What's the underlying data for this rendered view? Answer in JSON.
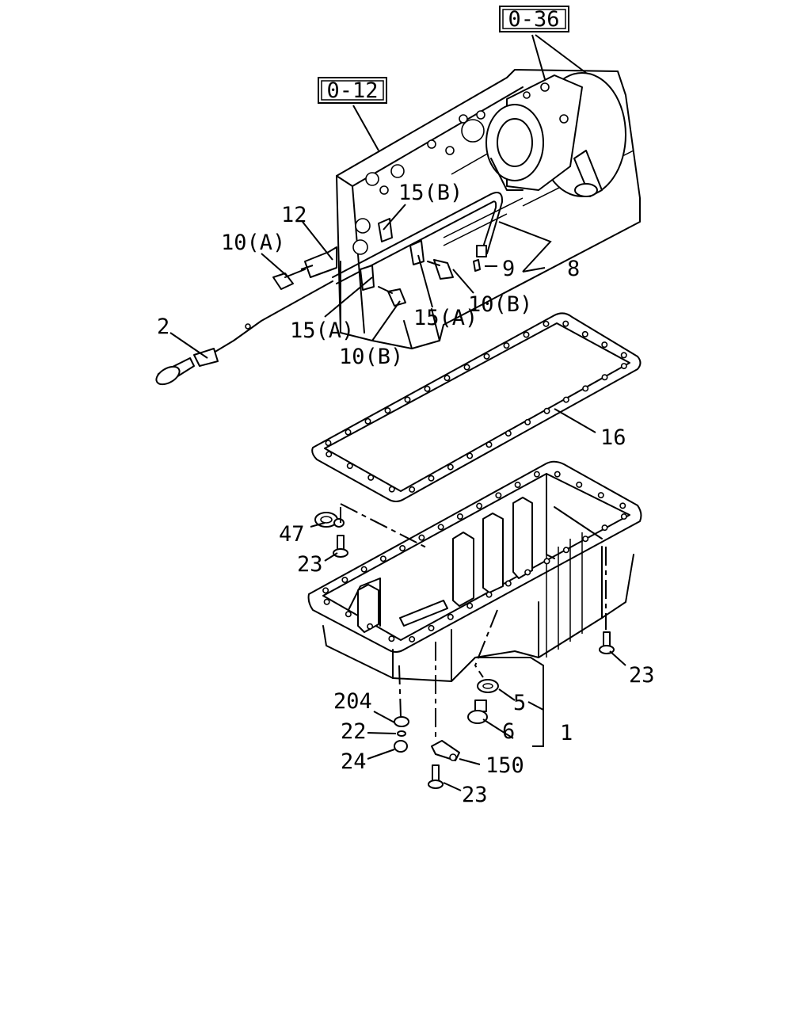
{
  "diagram": {
    "ref_boxes": [
      {
        "id": "ref-0-36",
        "text": "0-36"
      },
      {
        "id": "ref-0-12",
        "text": "0-12"
      }
    ],
    "callouts": {
      "c15b": "15(B)",
      "c12": "12",
      "c10a": "10(A)",
      "c9": "9",
      "c8": "8",
      "c10b_right": "10(B)",
      "c15a_left": "15(A)",
      "c15a_right": "15(A)",
      "c2": "2",
      "c10b_bottom": "10(B)",
      "c16": "16",
      "c47": "47",
      "c23_left": "23",
      "c23_right": "23",
      "c5": "5",
      "c204": "204",
      "c1": "1",
      "c22": "22",
      "c6": "6",
      "c24": "24",
      "c150": "150",
      "c23_bottom": "23"
    }
  }
}
